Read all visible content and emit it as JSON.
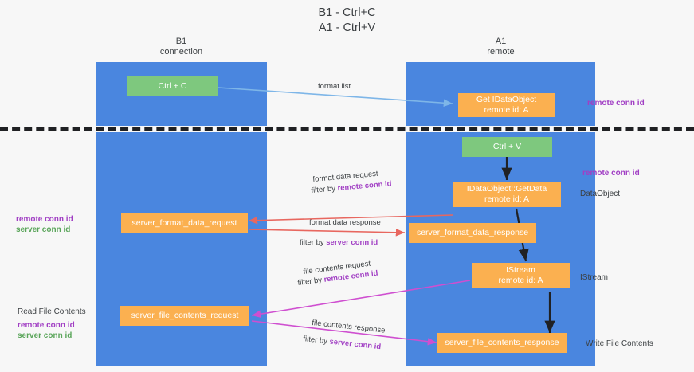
{
  "title": {
    "line1": "B1 - Ctrl+C",
    "line2": "A1 - Ctrl+V"
  },
  "columns": [
    {
      "name": "B1",
      "role": "connection"
    },
    {
      "name": "A1",
      "role": "remote"
    }
  ],
  "nodes": {
    "ctrl_c": {
      "label": "Ctrl + C"
    },
    "ctrl_v": {
      "label": "Ctrl + V"
    },
    "get_idataobject": {
      "line1": "Get IDataObject",
      "line2": "remote id: A"
    },
    "getdata": {
      "line1": "IDataObject::GetData",
      "line2": "remote id: A"
    },
    "istream": {
      "line1": "IStream",
      "line2": "remote id: A"
    },
    "server_format_data_request": {
      "label": "server_format_data_request"
    },
    "server_format_data_response": {
      "label": "server_format_data_response"
    },
    "server_file_contents_request": {
      "label": "server_file_contents_request"
    },
    "server_file_contents_response": {
      "label": "server_file_contents_response"
    }
  },
  "edge_labels": {
    "format_list": "format list",
    "format_data_request": "format data request",
    "format_data_request_filter_prefix": "filter by ",
    "format_data_request_filter_key": "remote conn id",
    "format_data_response": "format data response",
    "format_data_response_filter_prefix": "filter by ",
    "format_data_response_filter_key": "server conn id",
    "file_contents_request": "file contents request",
    "file_contents_request_filter_prefix": "filter by ",
    "file_contents_request_filter_key": "remote conn id",
    "file_contents_response": "file contents response",
    "file_contents_response_filter_prefix": "filter by ",
    "file_contents_response_filter_key": "server conn id"
  },
  "annotations": {
    "right_remote_conn_id_top": "remote conn id",
    "right_remote_conn_id_mid": "remote conn id",
    "right_dataobject": "DataObject",
    "right_istream": "IStream",
    "right_write_file_contents": "Write File Contents",
    "left_remote_conn_id": "remote conn id",
    "left_server_conn_id": "server conn id",
    "left_read_file_contents": "Read File Contents",
    "left_remote_conn_id_2": "remote conn id",
    "left_server_conn_id_2": "server conn id"
  },
  "colors": {
    "lane": "#4a86df",
    "green_node": "#7ec87e",
    "orange_node": "#fbb050",
    "purple": "#a13fc4",
    "green_text": "#5aa55a",
    "red_arrow": "#e8675f",
    "magenta_arrow": "#cf4fd0",
    "blue_arrow": "#7eb6e8",
    "dark_arrow": "#202124",
    "background": "#f7f7f7"
  }
}
